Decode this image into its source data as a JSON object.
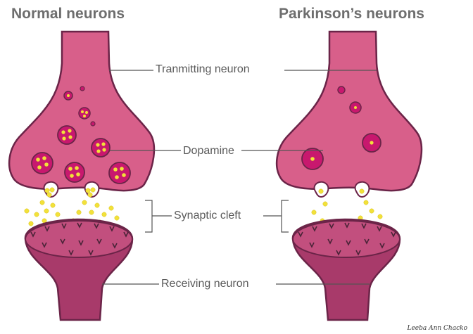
{
  "headings": {
    "normal": "Normal neurons",
    "parkinsons": "Parkinson’s neurons"
  },
  "labels": {
    "transmitting": "Tranmitting neuron",
    "dopamine": "Dopamine",
    "synaptic_cleft": "Synaptic cleft",
    "receiving": "Receiving neuron"
  },
  "signature": "Leeba Ann Chacko",
  "colors": {
    "neuron_fill": "#d85f8a",
    "neuron_stroke": "#6b2448",
    "receiving_fill": "#a83a6a",
    "receiving_top": "#c24f7e",
    "vesicle_fill": "#c8186e",
    "dopamine_dot": "#f2e13a",
    "receptor": "#4a2438",
    "line": "#555555"
  },
  "vesicle_counts": {
    "normal": 9,
    "parkinsons": 4
  }
}
